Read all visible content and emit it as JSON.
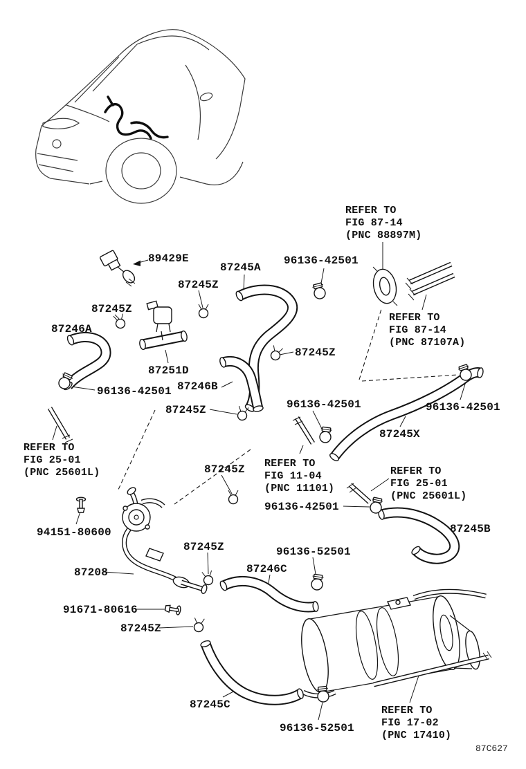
{
  "figure_code": "87C627",
  "labels": [
    {
      "text": "89429E"
    },
    {
      "text": "87245A"
    },
    {
      "text": "96136-42501"
    },
    {
      "text": "87245Z"
    },
    {
      "text": "87245Z"
    },
    {
      "text": "87246A"
    },
    {
      "text": "87251D"
    },
    {
      "text": "96136-42501"
    },
    {
      "text": "87246B"
    },
    {
      "text": "87245Z"
    },
    {
      "text": "96136-42501"
    },
    {
      "text": "96136-42501"
    },
    {
      "text": "87245X"
    },
    {
      "text": "87245Z"
    },
    {
      "text": "87245Z"
    },
    {
      "text": "96136-42501"
    },
    {
      "text": "94151-80600"
    },
    {
      "text": "87245B"
    },
    {
      "text": "87245Z"
    },
    {
      "text": "96136-52501"
    },
    {
      "text": "87208"
    },
    {
      "text": "87246C"
    },
    {
      "text": "91671-80616"
    },
    {
      "text": "87245Z"
    },
    {
      "text": "87245C"
    },
    {
      "text": "96136-52501"
    }
  ],
  "notes": [
    {
      "lines": [
        "REFER TO",
        "FIG 87-14",
        "(PNC 88897M)"
      ]
    },
    {
      "lines": [
        "REFER TO",
        "FIG 87-14",
        "(PNC 87107A)"
      ]
    },
    {
      "lines": [
        "REFER TO",
        "FIG 25-01",
        "(PNC 25601L)"
      ]
    },
    {
      "lines": [
        "REFER TO",
        "FIG 11-04",
        "(PNC 11101)"
      ]
    },
    {
      "lines": [
        "REFER TO",
        "FIG 25-01",
        "(PNC 25601L)"
      ]
    },
    {
      "lines": [
        "REFER TO",
        "FIG 17-02",
        "(PNC 17410)"
      ]
    }
  ]
}
